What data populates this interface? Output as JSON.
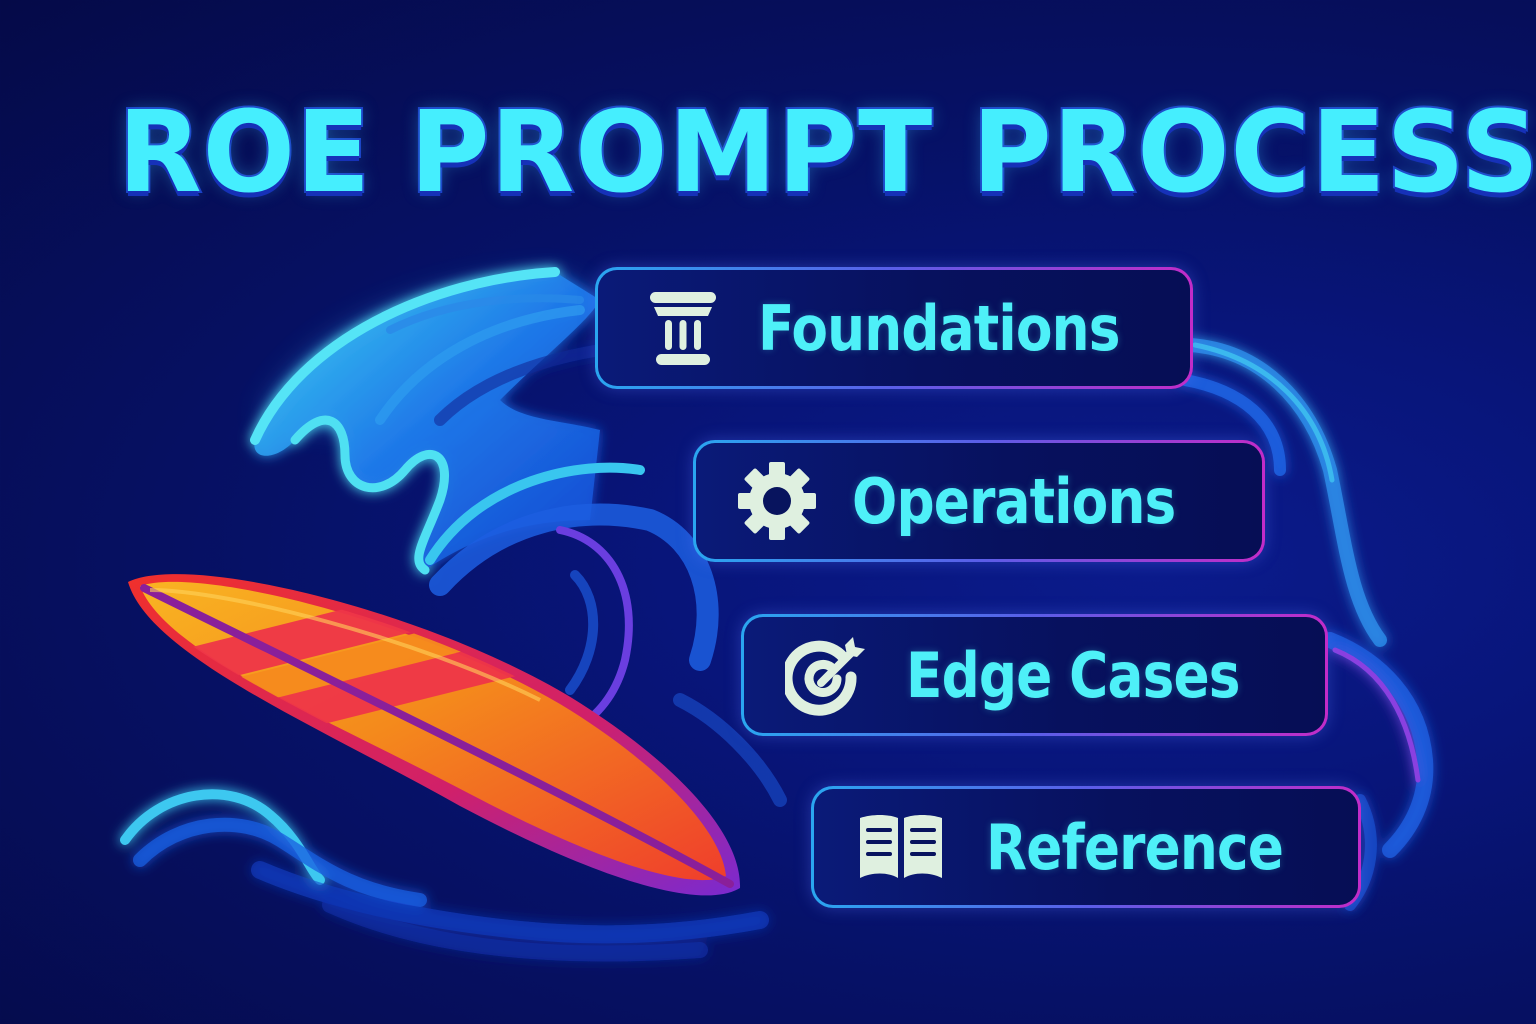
{
  "header": {
    "title": "ROE PROMPT PROCESS"
  },
  "steps": [
    {
      "label": "Foundations",
      "icon": "pillar-icon"
    },
    {
      "label": "Operations",
      "icon": "gear-icon"
    },
    {
      "label": "Edge Cases",
      "icon": "target-dart-icon"
    },
    {
      "label": "Reference",
      "icon": "open-book-icon"
    }
  ],
  "colors": {
    "background_top": "#04063a",
    "background_bottom": "#0a1f8e",
    "title_fill": "#45eefe",
    "title_outline": "#1a3bc4",
    "label_text": "#4ef0f8",
    "icon_fill": "#dff0e0",
    "card_border_start": "#2aa6f0",
    "card_border_end": "#c22cc8",
    "wave_light": "#3fd0f0",
    "wave_mid": "#1c5fe0",
    "surfboard_yellow": "#f7a81e",
    "surfboard_red": "#ee3a48",
    "surfboard_orange": "#f25a28",
    "surfboard_stringer": "#8a1f9a"
  }
}
